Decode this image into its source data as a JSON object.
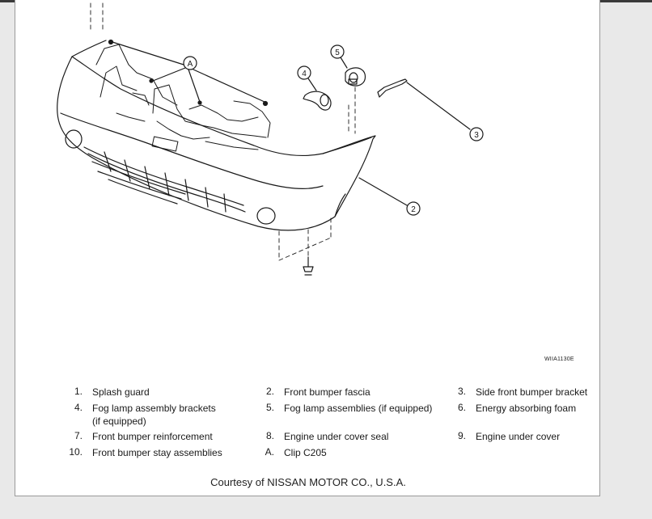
{
  "figure": {
    "code": "WIIA1130E",
    "callouts": [
      "A",
      "2",
      "3",
      "4",
      "5"
    ]
  },
  "legend": [
    [
      {
        "num": "1.",
        "text": "Splash guard"
      },
      {
        "num": "2.",
        "text": "Front bumper fascia"
      },
      {
        "num": "3.",
        "text": "Side front bumper bracket"
      }
    ],
    [
      {
        "num": "4.",
        "text": "Fog lamp assembly brackets (if equipped)"
      },
      {
        "num": "5.",
        "text": "Fog lamp assemblies (if equipped)"
      },
      {
        "num": "6.",
        "text": "Energy absorbing foam"
      }
    ],
    [
      {
        "num": "7.",
        "text": "Front bumper reinforcement"
      },
      {
        "num": "8.",
        "text": "Engine under cover seal"
      },
      {
        "num": "9.",
        "text": "Engine under cover"
      }
    ],
    [
      {
        "num": "10.",
        "text": "Front bumper stay assemblies"
      },
      {
        "num": "A.",
        "text": "Clip C205"
      }
    ]
  ],
  "courtesy": "Courtesy of NISSAN MOTOR CO., U.S.A."
}
